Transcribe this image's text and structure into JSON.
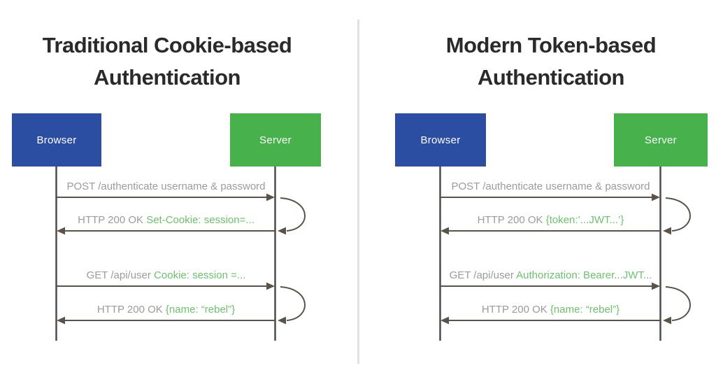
{
  "colors": {
    "browser_box": "#2b4da2",
    "server_box": "#47b14b",
    "highlight_text_green": "#6dc06d",
    "message_text_gray": "#9b9b9b",
    "title_text": "#2b2a28",
    "arrow_line": "#5b5349"
  },
  "panels": {
    "left": {
      "title_line1": "Traditional Cookie-based",
      "title_line2": "Authentication",
      "browser_label": "Browser",
      "server_label": "Server",
      "messages": [
        {
          "plain": "POST /authenticate username & password",
          "highlight": "",
          "direction": "browser-to-server"
        },
        {
          "plain": "HTTP 200 OK ",
          "highlight": "Set-Cookie: session=...",
          "direction": "server-to-browser"
        },
        {
          "plain": "GET /api/user ",
          "highlight": "Cookie: session =...",
          "direction": "browser-to-server"
        },
        {
          "plain": "HTTP 200 OK ",
          "highlight": "{name: “rebel”}",
          "direction": "server-to-browser"
        }
      ]
    },
    "right": {
      "title_line1": "Modern Token-based",
      "title_line2": "Authentication",
      "browser_label": "Browser",
      "server_label": "Server",
      "messages": [
        {
          "plain": "POST /authenticate username & password",
          "highlight": "",
          "direction": "browser-to-server"
        },
        {
          "plain": "HTTP 200 OK ",
          "highlight": "{token:’...JWT...’}",
          "direction": "server-to-browser"
        },
        {
          "plain": "GET /api/user ",
          "highlight": "Authorization: Bearer...JWT...",
          "direction": "browser-to-server"
        },
        {
          "plain": "HTTP 200 OK ",
          "highlight": "{name: “rebel”}",
          "direction": "server-to-browser"
        }
      ]
    }
  }
}
